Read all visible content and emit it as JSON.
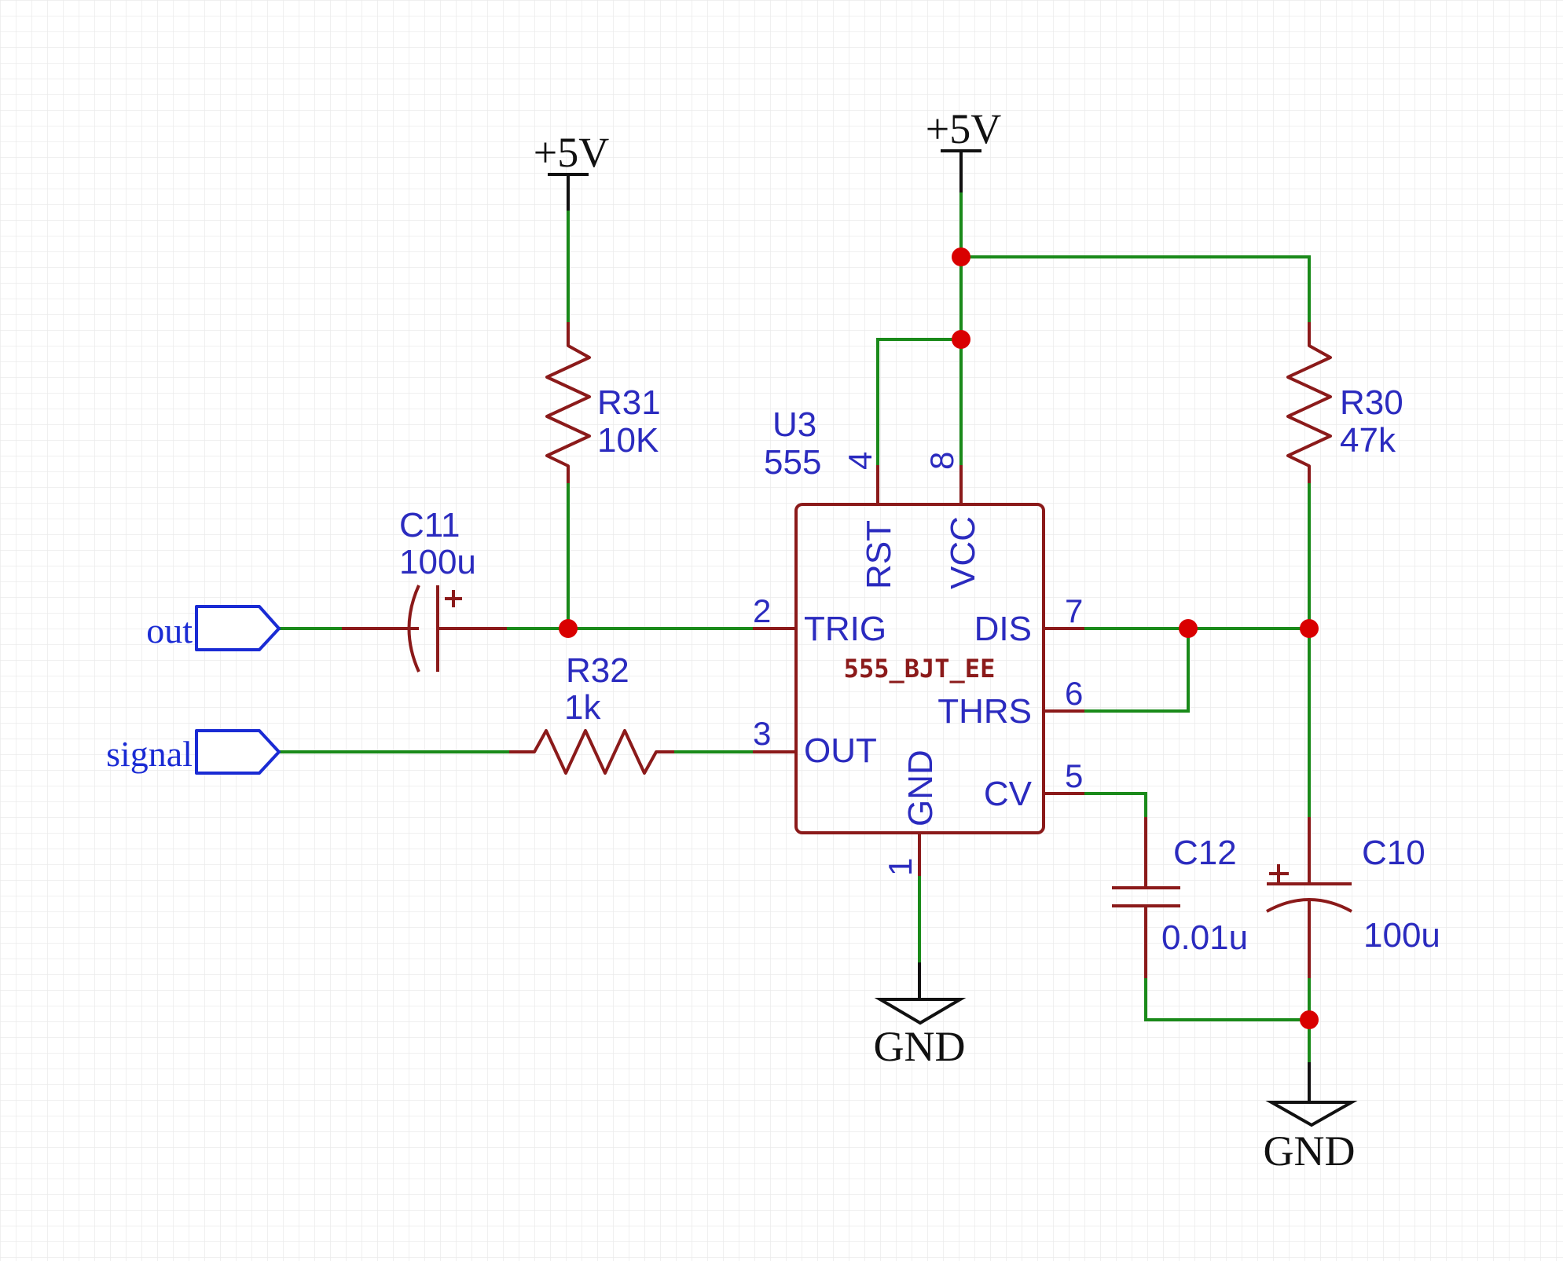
{
  "power": [
    {
      "label": "+5V"
    },
    {
      "label": "+5V"
    }
  ],
  "grounds": [
    {
      "label": "GND"
    },
    {
      "label": "GND"
    }
  ],
  "ports": [
    {
      "label": "out"
    },
    {
      "label": "signal"
    }
  ],
  "components": {
    "r31": {
      "ref": "R31",
      "value": "10K"
    },
    "r30": {
      "ref": "R30",
      "value": "47k"
    },
    "r32": {
      "ref": "R32",
      "value": "1k"
    },
    "c11": {
      "ref": "C11",
      "value": "100u",
      "polarity": "+"
    },
    "c12": {
      "ref": "C12",
      "value": "0.01u"
    },
    "c10": {
      "ref": "C10",
      "value": "100u",
      "polarity": "+"
    },
    "u3": {
      "ref": "U3",
      "value": "555",
      "part": "555_BJT_EE"
    }
  },
  "u3_pins": {
    "rst": {
      "name": "RST",
      "num": "4"
    },
    "vcc": {
      "name": "VCC",
      "num": "8"
    },
    "trig": {
      "name": "TRIG",
      "num": "2"
    },
    "out": {
      "name": "OUT",
      "num": "3"
    },
    "dis": {
      "name": "DIS",
      "num": "7"
    },
    "thrs": {
      "name": "THRS",
      "num": "6"
    },
    "cv": {
      "name": "CV",
      "num": "5"
    },
    "gnd": {
      "name": "GND",
      "num": "1"
    }
  },
  "colors": {
    "wire": "#1a8a1a",
    "component": "#8b1a1a",
    "label": "#2b2bbf",
    "port": "#1a2bd4",
    "junction": "#d90000",
    "grid": "#e6e6e6"
  }
}
